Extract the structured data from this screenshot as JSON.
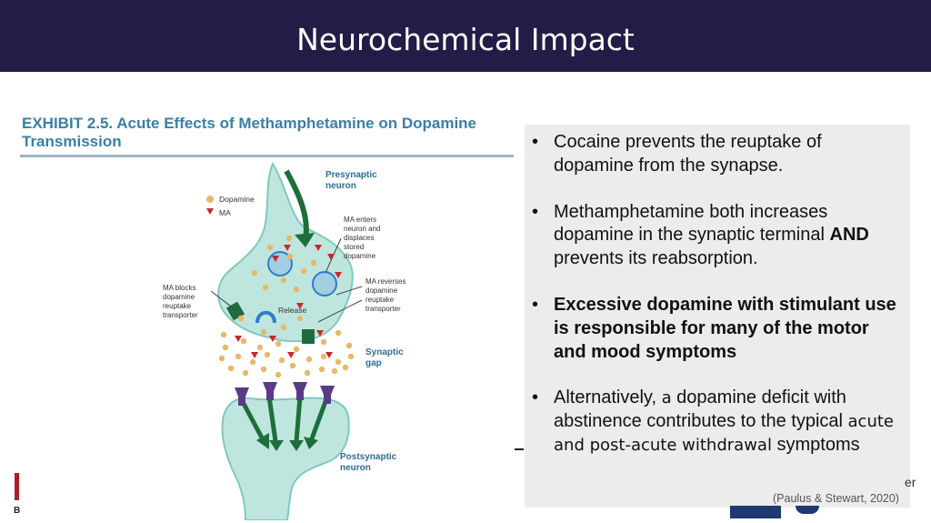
{
  "slide": {
    "title": "Neurochemical Impact",
    "citation": "(Paulus & Stewart, 2020)"
  },
  "exhibit": {
    "title_line1": "EXHIBIT 2.5. Acute Effects of Methamphetamine on Dopamine",
    "title_line2": "Transmission",
    "legend": {
      "dopamine": "Dopamine",
      "ma": "MA"
    },
    "labels": {
      "presynaptic": [
        "Presynaptic",
        "neuron"
      ],
      "ma_enters": [
        "MA enters",
        "neuron and",
        "displaces",
        "stored",
        "dopamine"
      ],
      "ma_blocks": [
        "MA blocks",
        "dopamine",
        "reuptake",
        "transporter"
      ],
      "ma_reverses": [
        "MA reverses",
        "dopamine",
        "reuptake",
        "transporter"
      ],
      "release": "Release",
      "synaptic_gap": [
        "Synaptic",
        "gap"
      ],
      "postsynaptic": [
        "Postsynaptic",
        "neuron"
      ]
    },
    "colors": {
      "neuron": "#bfe6de",
      "neuron_edge": "#7fc9bc",
      "arrow": "#1e6e3c",
      "dopamine": "#e8b86a",
      "ma": "#c8272e",
      "receptor": "#5a3b86",
      "label": "#2c6f95"
    }
  },
  "bullets": [
    {
      "parts": [
        {
          "text": "Cocaine prevents the reuptake of dopamine from the synapse.",
          "style": "normal"
        }
      ]
    },
    {
      "parts": [
        {
          "text": "Methamphetamine both increases dopamine in the synaptic terminal ",
          "style": "normal"
        },
        {
          "text": "AND",
          "style": "bold"
        },
        {
          "text": " prevents its reabsorption.",
          "style": "normal"
        }
      ]
    },
    {
      "parts": [
        {
          "text": "Excessive dopamine with stimulant use is responsible for many of the motor and mood symptoms",
          "style": "bold"
        }
      ]
    },
    {
      "parts": [
        {
          "text": "Alternatively, ",
          "style": "normal"
        },
        {
          "text": "a",
          "style": "small"
        },
        {
          "text": " dopamine deficit with abstinence contributes to the typical ",
          "style": "normal"
        },
        {
          "text": "acute and post-acute withdrawal",
          "style": "small"
        },
        {
          "text": " symptoms",
          "style": "normal"
        }
      ]
    }
  ],
  "fragments": {
    "bottom_left": "B",
    "right_edge": "er"
  }
}
